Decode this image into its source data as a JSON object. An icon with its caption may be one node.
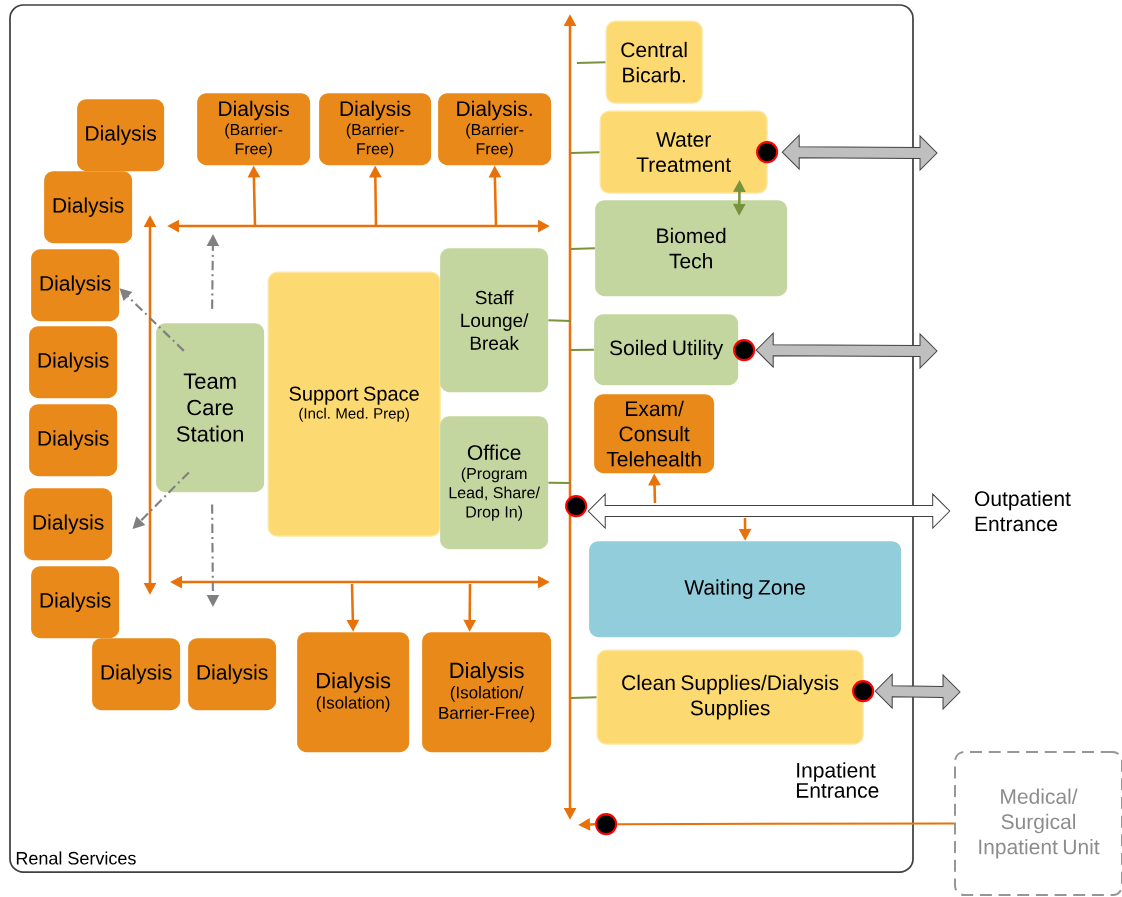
{
  "diagram": {
    "nodes": [
      {
        "text": [
          "Renal Services"
        ]
      },
      {
        "text": [
          "Dialysis"
        ],
        "in": 0
      },
      {
        "text": [
          "Dialysis"
        ],
        "in": 0
      },
      {
        "text": [
          "Dialysis"
        ],
        "in": 0
      },
      {
        "text": [
          "Dialysis"
        ],
        "in": 0
      },
      {
        "text": [
          "Dialysis"
        ],
        "in": 0
      },
      {
        "text": [
          "Dialysis"
        ],
        "in": 0
      },
      {
        "text": [
          "Dialysis"
        ],
        "in": 0
      },
      {
        "text": [
          "Dialysis"
        ],
        "in": 0
      },
      {
        "text": [
          "Dialysis"
        ],
        "in": 0
      },
      {
        "text": [
          "Dialysis",
          "(Barrier-Free)"
        ],
        "in": 0
      },
      {
        "text": [
          "Dialysis",
          "(Barrier-Free)"
        ],
        "in": 0
      },
      {
        "text": [
          "Dialysis.",
          "(Barrier-Free)"
        ],
        "in": 0
      },
      {
        "text": [
          "Team Care Station"
        ],
        "in": 0
      },
      {
        "text": [
          "Support Space",
          "(Incl. Med. Prep)"
        ],
        "in": 0
      },
      {
        "text": [
          "Staff Lounge/ Break"
        ],
        "in": 0
      },
      {
        "text": [
          "Office",
          "(Program Lead, Share/ Drop In)"
        ],
        "in": 0
      },
      {
        "text": [
          "Dialysis",
          "(Isolation)"
        ],
        "in": 0
      },
      {
        "text": [
          "Dialysis",
          "(Isolation/ Barrier-Free)"
        ],
        "in": 0
      },
      {
        "text": [
          "Central Bicarb."
        ],
        "in": 0
      },
      {
        "text": [
          "Water Treatment"
        ],
        "in": 0
      },
      {
        "text": [
          "Biomed Tech"
        ],
        "in": 0
      },
      {
        "text": [
          "Soiled Utility"
        ],
        "in": 0
      },
      {
        "text": [
          "Exam/ Consult Telehealth"
        ],
        "in": 0
      },
      {
        "text": [
          "Waiting Zone"
        ],
        "in": 0
      },
      {
        "text": [
          "Clean Supplies/Dialysis Supplies"
        ],
        "in": 0
      },
      {
        "text": [
          "Medical/ Surgical Inpatient Unit"
        ]
      },
      {
        "text": [
          "Outpatient Entrance"
        ]
      },
      {
        "text": [],
        "shape": "circle",
        "in": 0
      },
      {
        "text": [],
        "shape": "circle",
        "in": 0
      },
      {
        "text": [],
        "shape": "circle",
        "in": 0
      },
      {
        "text": [],
        "shape": "circle",
        "in": 0
      },
      {
        "text": [],
        "shape": "circle",
        "in": 0
      }
    ],
    "edges": [
      {
        "from": null,
        "to": 10,
        "arrow": "to"
      },
      {
        "from": null,
        "to": 11,
        "arrow": "to"
      },
      {
        "from": null,
        "to": 12,
        "arrow": "to"
      },
      {
        "from": null,
        "to": 17,
        "arrow": "to"
      },
      {
        "from": null,
        "to": 18,
        "arrow": "to"
      },
      {
        "from": 13,
        "to": 3,
        "arrow": "to",
        "style": "dashed",
        "color": "#808080"
      },
      {
        "from": 13,
        "to": 6,
        "arrow": "to",
        "style": "dashed",
        "color": "#808080"
      },
      {
        "from": 13,
        "to": null,
        "arrow": "to",
        "style": "dashed",
        "color": "#808080"
      },
      {
        "from": 13,
        "to": null,
        "arrow": "to",
        "style": "dashed",
        "color": "#808080"
      },
      {
        "from": 20,
        "to": 21,
        "arrow": "both",
        "color": "#77933c"
      },
      {
        "from": 28,
        "to": null,
        "arrow": "both",
        "style": "thick",
        "color": "#bfbfbf"
      },
      {
        "from": 29,
        "to": null,
        "arrow": "both",
        "style": "thick",
        "color": "#bfbfbf"
      },
      {
        "from": 30,
        "to": 27,
        "arrow": "both",
        "style": "thick",
        "color": "#ffffff"
      },
      {
        "from": 31,
        "to": null,
        "arrow": "both",
        "style": "thick",
        "color": "#bfbfbf"
      },
      {
        "from": null,
        "to": 23,
        "arrow": "to"
      },
      {
        "from": null,
        "to": 24,
        "arrow": "to"
      },
      {
        "from": 26,
        "to": 32,
        "arrow": "none"
      },
      {
        "from": null,
        "to": 19,
        "arrow": "none",
        "color": "#77933c"
      },
      {
        "from": null,
        "to": 20,
        "arrow": "none",
        "color": "#77933c"
      },
      {
        "from": null,
        "to": 21,
        "arrow": "none",
        "color": "#77933c"
      },
      {
        "from": null,
        "to": 15,
        "arrow": "none",
        "color": "#77933c"
      },
      {
        "from": null,
        "to": 22,
        "arrow": "none",
        "color": "#77933c"
      },
      {
        "from": null,
        "to": 16,
        "arrow": "none",
        "color": "#77933c"
      },
      {
        "from": null,
        "to": 25,
        "arrow": "none",
        "color": "#77933c"
      },
      {
        "from": 32,
        "to": null,
        "arrow": "to"
      }
    ],
    "labels": [
      "Inpatient Entrance"
    ]
  }
}
